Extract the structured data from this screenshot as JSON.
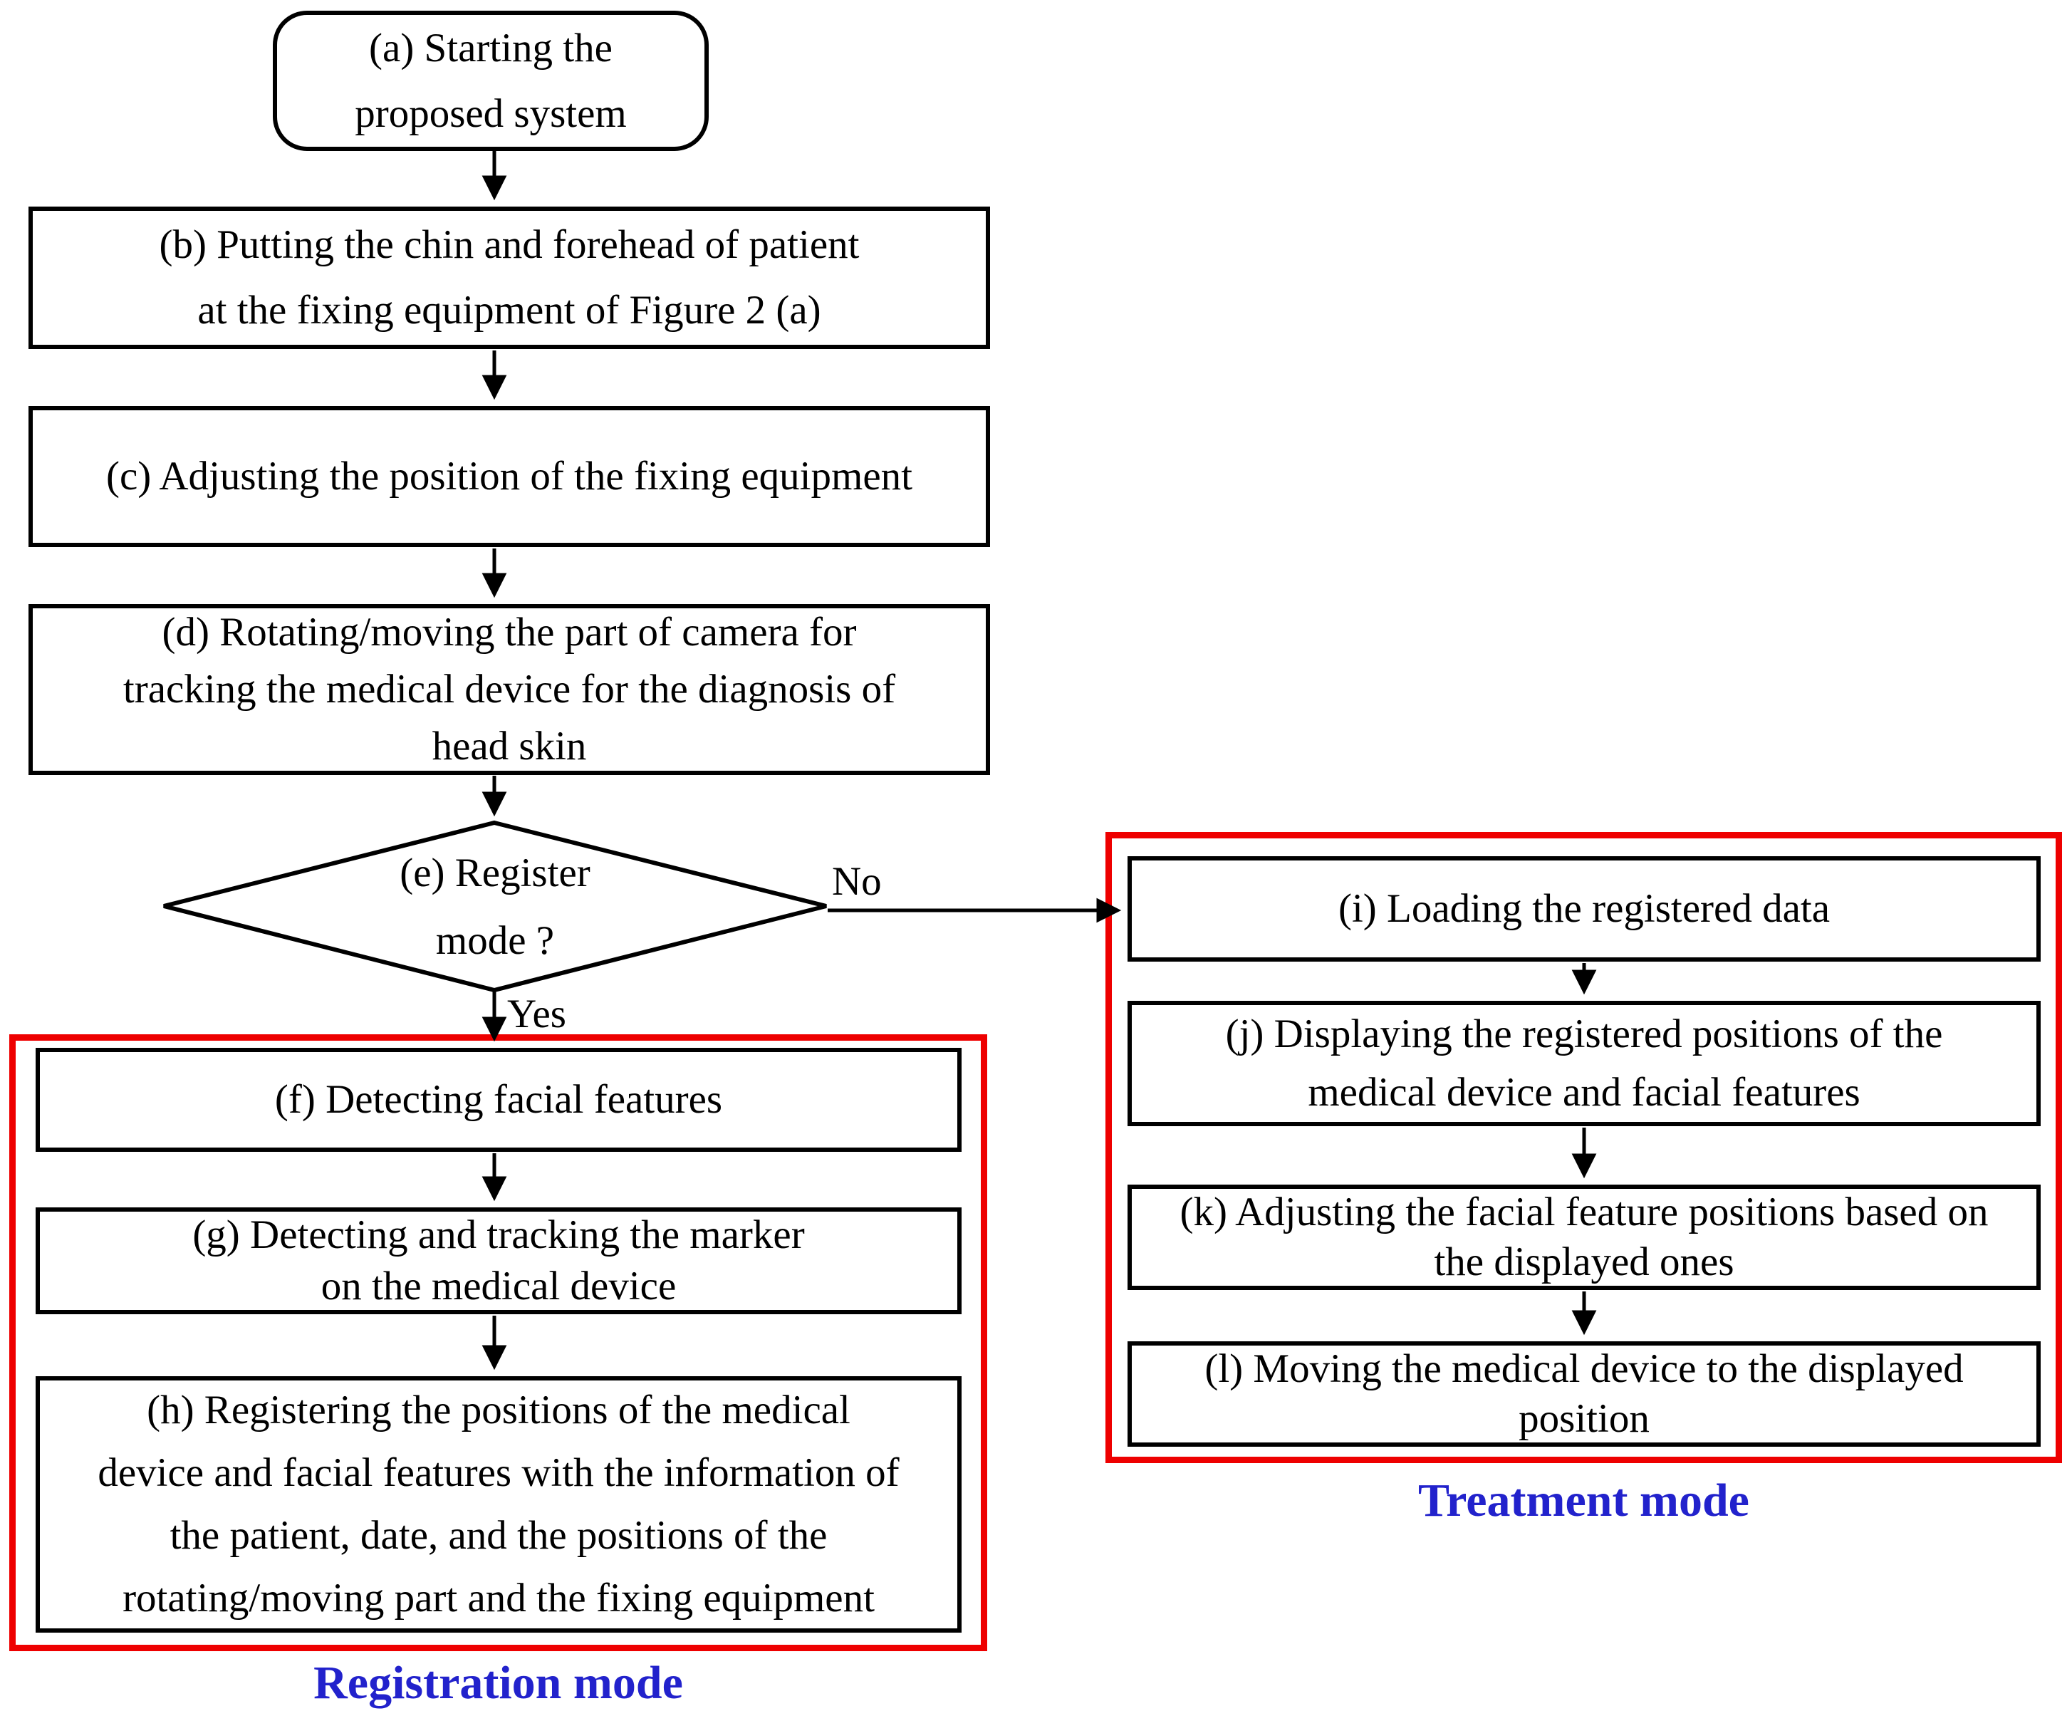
{
  "flowchart": {
    "nodes": {
      "a": {
        "lines": [
          "(a) Starting the",
          "proposed system"
        ]
      },
      "b": {
        "lines": [
          "(b) Putting the chin and forehead of patient",
          "at the fixing equipment of Figure 2 (a)"
        ]
      },
      "c": {
        "lines": [
          "(c) Adjusting the position of the fixing equipment"
        ]
      },
      "d": {
        "lines": [
          "(d) Rotating/moving the part of camera for",
          "tracking the medical device for the diagnosis of",
          "head skin"
        ]
      },
      "e": {
        "lines": [
          "(e) Register",
          "mode ?"
        ]
      },
      "f": {
        "lines": [
          "(f) Detecting facial features"
        ]
      },
      "g": {
        "lines": [
          "(g) Detecting and tracking the marker",
          "on the medical device"
        ]
      },
      "h": {
        "lines": [
          "(h) Registering the positions of the medical",
          "device and facial features with the information of",
          "the patient, date, and the positions of the",
          "rotating/moving part and the fixing equipment"
        ]
      },
      "i": {
        "lines": [
          "(i) Loading the registered data"
        ]
      },
      "j": {
        "lines": [
          "(j) Displaying the registered positions of the",
          "medical device and facial features"
        ]
      },
      "k": {
        "lines": [
          "(k) Adjusting the facial feature positions based on",
          "the displayed ones"
        ]
      },
      "l": {
        "lines": [
          "(l) Moving the medical device to the displayed",
          "position"
        ]
      }
    },
    "decision_labels": {
      "yes": "Yes",
      "no": "No"
    },
    "groups": {
      "registration": {
        "label": "Registration mode"
      },
      "treatment": {
        "label": "Treatment mode"
      }
    },
    "colors": {
      "group_border": "#ee0000",
      "group_label": "#2222cc",
      "line": "#000000"
    }
  }
}
